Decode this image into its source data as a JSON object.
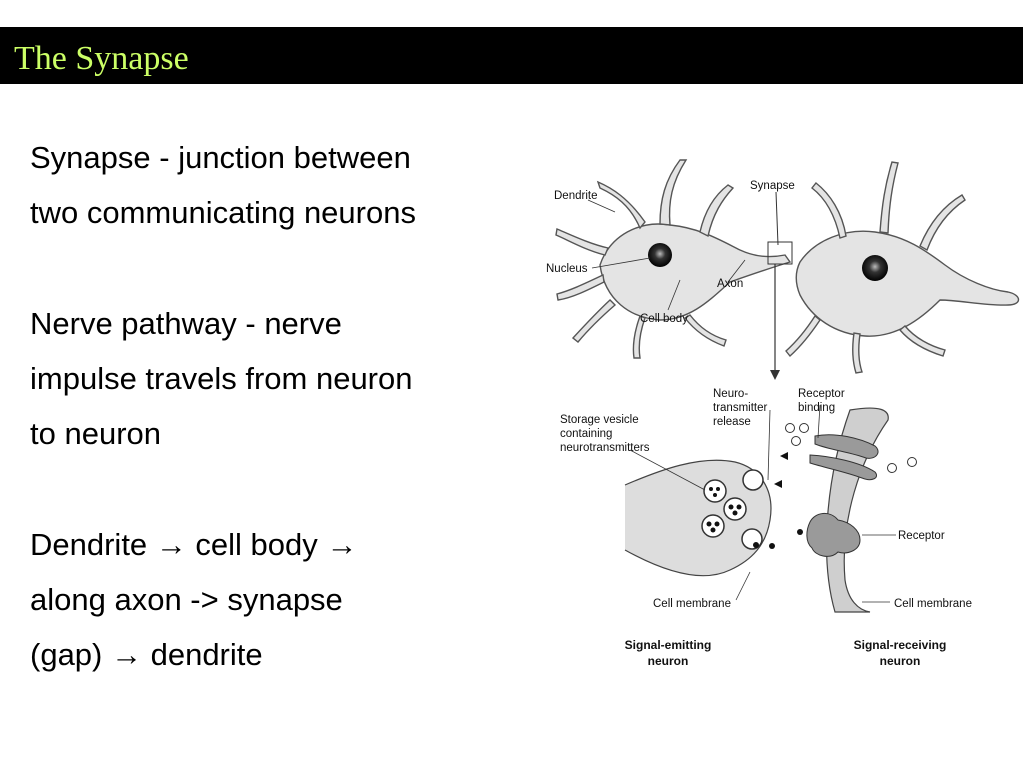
{
  "slide": {
    "title": "The Synapse",
    "colors": {
      "title_bar": "#000000",
      "title_text": "#ccff66",
      "body_text": "#000000"
    }
  },
  "body": {
    "lines": [
      "Synapse - junction between",
      "two communicating neurons",
      "Nerve pathway - nerve",
      "impulse travels from neuron",
      "to neuron",
      "Dendrite  → cell body  →",
      "along axon -> synapse",
      "(gap) → dendrite"
    ]
  },
  "figure": {
    "labels": {
      "dendrite": "Dendrite",
      "synapse": "Synapse",
      "nucleus": "Nucleus",
      "axon": "Axon",
      "cell_body": "Cell body",
      "neurotransmitter_release": [
        "Neuro-",
        "transmitter",
        "release"
      ],
      "receptor_binding": [
        "Receptor",
        "binding"
      ],
      "storage_vesicle": [
        "Storage vesicle",
        "containing",
        "neurotransmitters"
      ],
      "receptor": "Receptor",
      "cell_membrane_left": "Cell membrane",
      "cell_membrane_right": "Cell membrane",
      "signal_emitting": [
        "Signal-emitting",
        "neuron"
      ],
      "signal_receiving": [
        "Signal-receiving",
        "neuron"
      ]
    }
  }
}
